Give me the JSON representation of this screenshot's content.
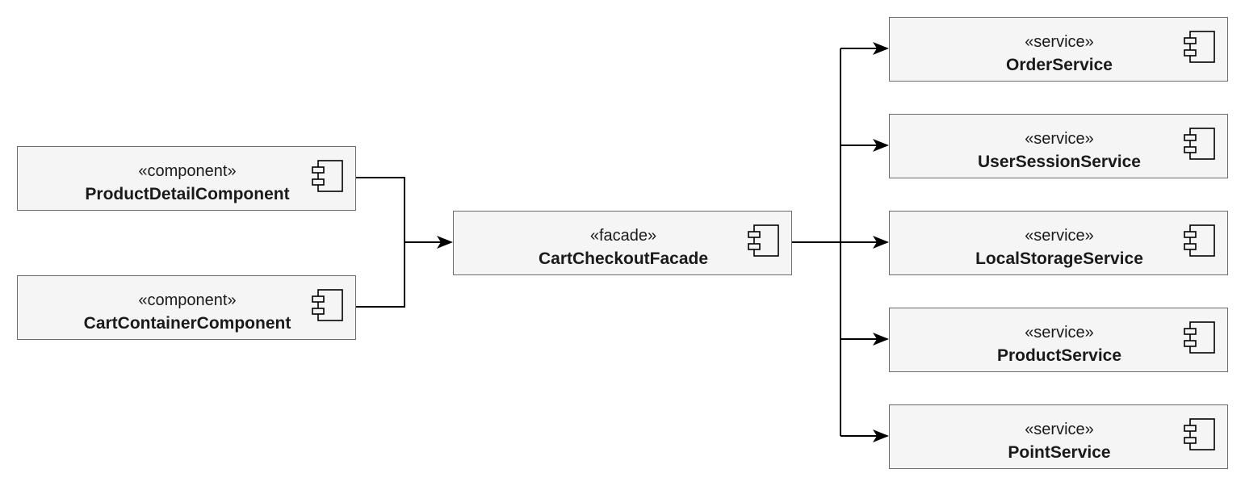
{
  "nodes": [
    {
      "id": "product-detail",
      "stereotype": "«component»",
      "name": "ProductDetailComponent"
    },
    {
      "id": "cart-container",
      "stereotype": "«component»",
      "name": "CartContainerComponent"
    },
    {
      "id": "cart-checkout",
      "stereotype": "«facade»",
      "name": "CartCheckoutFacade"
    },
    {
      "id": "order-service",
      "stereotype": "«service»",
      "name": "OrderService"
    },
    {
      "id": "user-session-service",
      "stereotype": "«service»",
      "name": "UserSessionService"
    },
    {
      "id": "local-storage-service",
      "stereotype": "«service»",
      "name": "LocalStorageService"
    },
    {
      "id": "product-service",
      "stereotype": "«service»",
      "name": "ProductService"
    },
    {
      "id": "point-service",
      "stereotype": "«service»",
      "name": "PointService"
    }
  ],
  "edges": [
    {
      "from": "product-detail",
      "to": "cart-checkout"
    },
    {
      "from": "cart-container",
      "to": "cart-checkout"
    },
    {
      "from": "cart-checkout",
      "to": "order-service"
    },
    {
      "from": "cart-checkout",
      "to": "user-session-service"
    },
    {
      "from": "cart-checkout",
      "to": "local-storage-service"
    },
    {
      "from": "cart-checkout",
      "to": "product-service"
    },
    {
      "from": "cart-checkout",
      "to": "point-service"
    }
  ],
  "icon": "uml-component-icon",
  "colors": {
    "node_fill": "#f5f5f5",
    "node_border": "#6b6b6b",
    "edge": "#000000"
  }
}
